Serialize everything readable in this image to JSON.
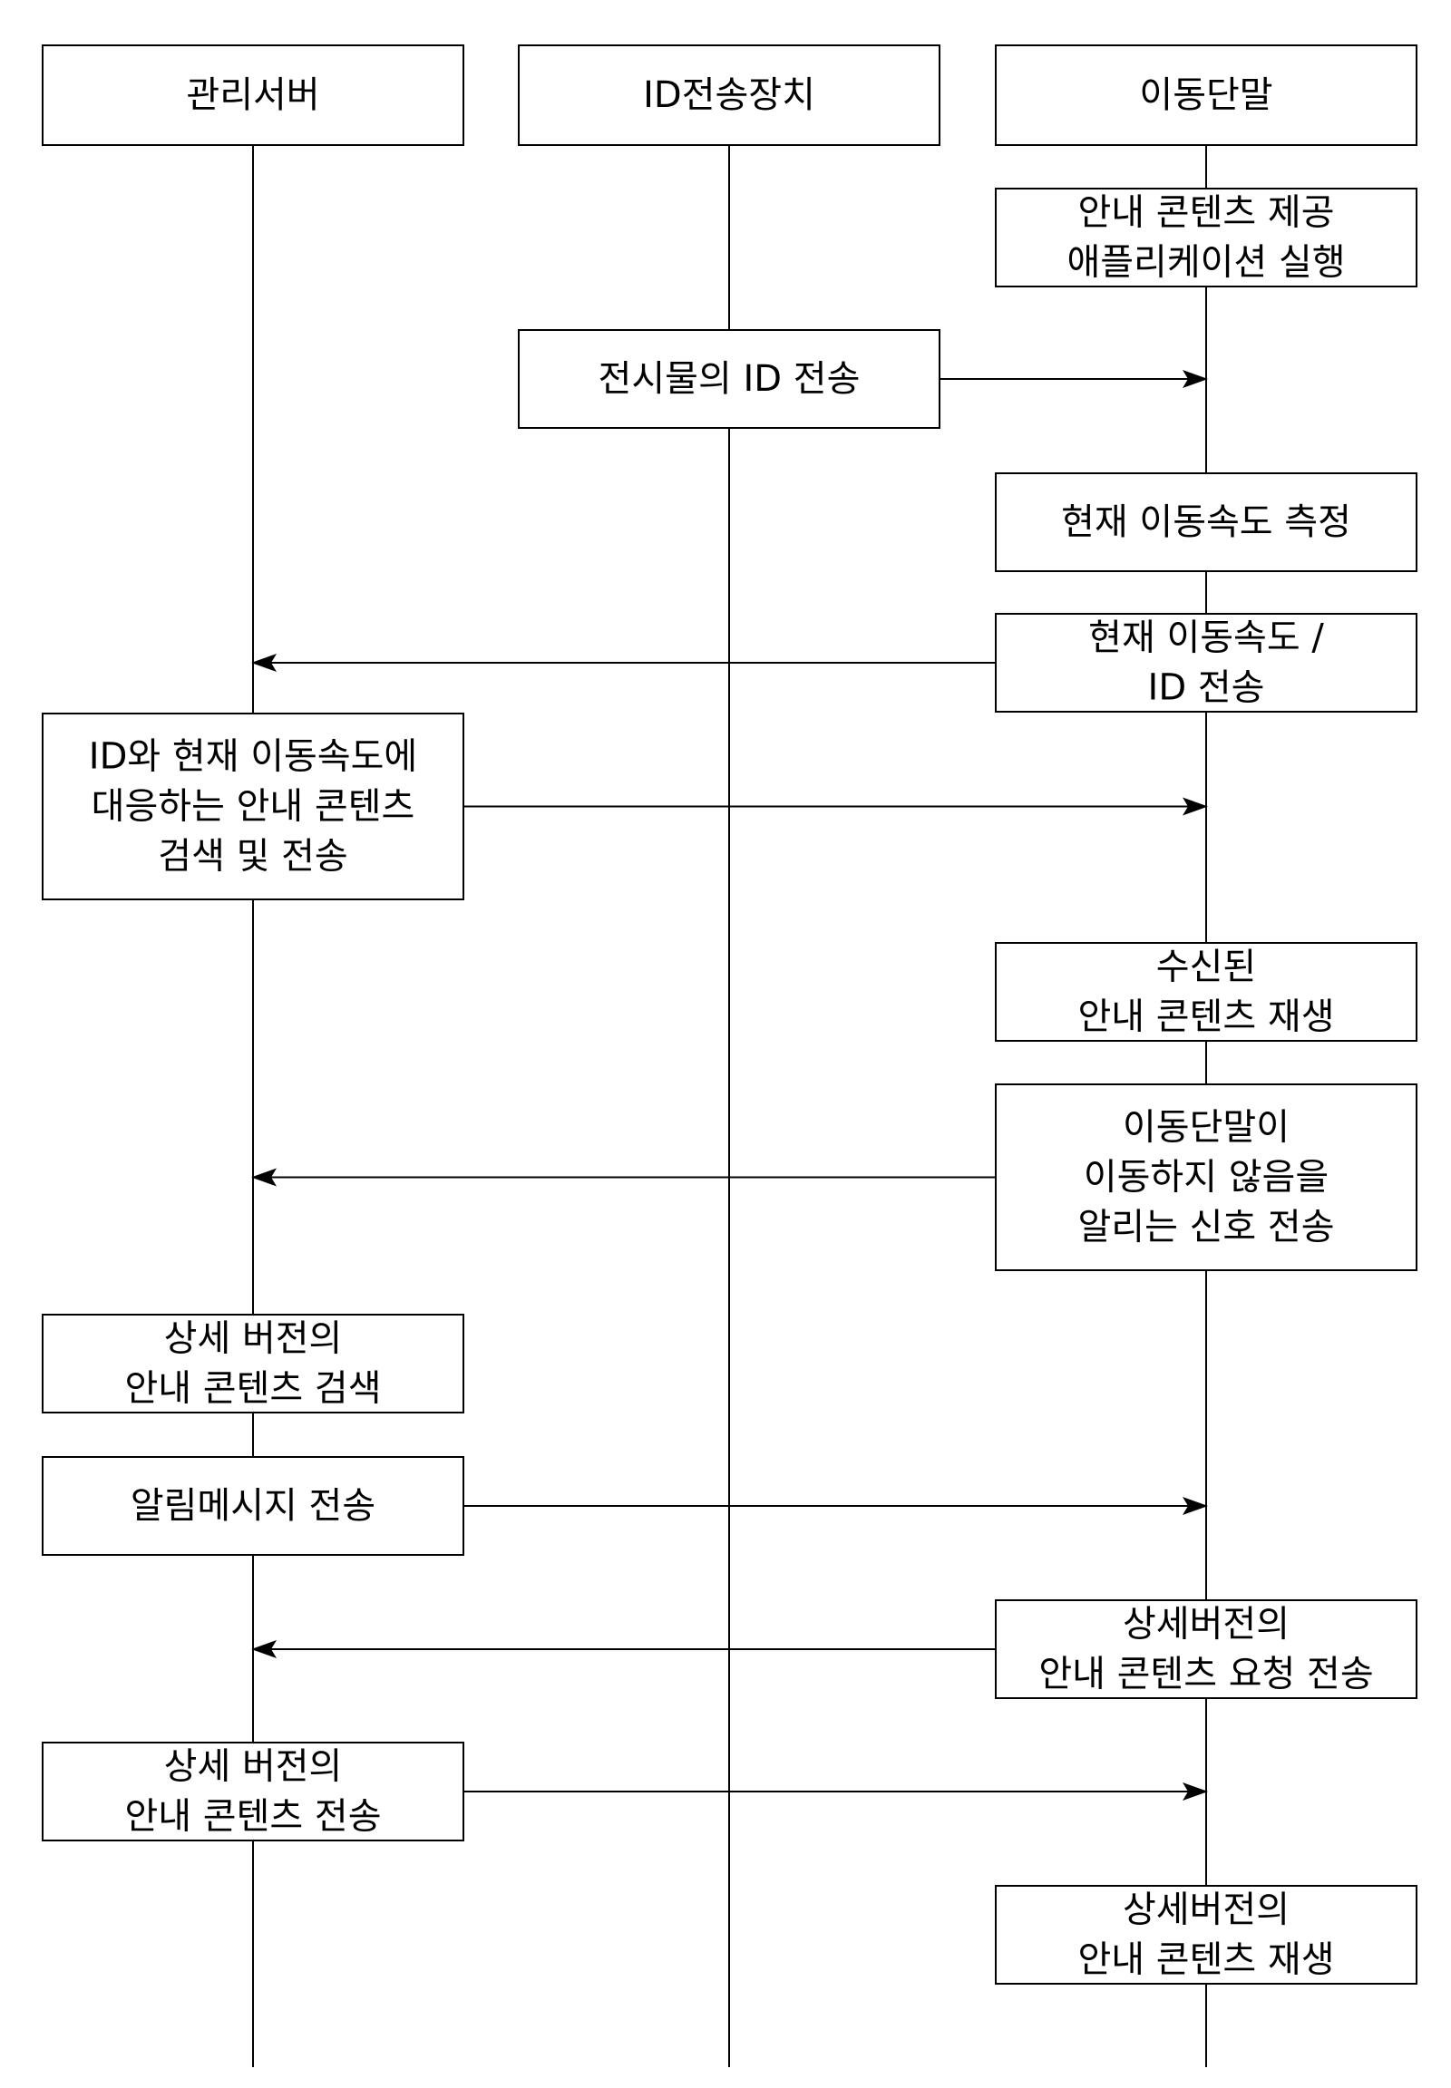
{
  "participants": [
    {
      "id": "server",
      "label": "관리서버"
    },
    {
      "id": "id_device",
      "label": "ID전송장치"
    },
    {
      "id": "terminal",
      "label": "이동단말"
    }
  ],
  "steps": [
    {
      "id": "run-app",
      "owner": "terminal",
      "lines": [
        "안내 콘텐츠 제공",
        "애플리케이션 실행"
      ]
    },
    {
      "id": "send-exhibit-id",
      "owner": "id_device",
      "lines": [
        "전시물의 ID 전송"
      ],
      "arrow_to": "terminal"
    },
    {
      "id": "measure-speed",
      "owner": "terminal",
      "lines": [
        "현재 이동속도 측정"
      ]
    },
    {
      "id": "send-speed-id",
      "owner": "terminal",
      "lines": [
        "현재 이동속도 /",
        "ID 전송"
      ],
      "arrow_to": "server"
    },
    {
      "id": "search-send-content",
      "owner": "server",
      "lines": [
        "ID와 현재 이동속도에",
        "대응하는 안내 콘텐츠",
        "검색 및 전송"
      ],
      "arrow_to": "terminal"
    },
    {
      "id": "play-received",
      "owner": "terminal",
      "lines": [
        "수신된",
        "안내 콘텐츠 재생"
      ]
    },
    {
      "id": "not-moving-signal",
      "owner": "terminal",
      "lines": [
        "이동단말이",
        "이동하지 않음을",
        "알리는 신호 전송"
      ],
      "arrow_to": "server"
    },
    {
      "id": "search-detailed",
      "owner": "server",
      "lines": [
        "상세 버전의",
        "안내 콘텐츠 검색"
      ]
    },
    {
      "id": "send-notification",
      "owner": "server",
      "lines": [
        "알림메시지 전송"
      ],
      "arrow_to": "terminal"
    },
    {
      "id": "request-detailed",
      "owner": "terminal",
      "lines": [
        "상세버전의",
        "안내 콘텐츠 요청 전송"
      ],
      "arrow_to": "server"
    },
    {
      "id": "send-detailed",
      "owner": "server",
      "lines": [
        "상세 버전의",
        "안내 콘텐츠 전송"
      ],
      "arrow_to": "terminal"
    },
    {
      "id": "play-detailed",
      "owner": "terminal",
      "lines": [
        "상세버전의",
        "안내 콘텐츠 재생"
      ]
    }
  ]
}
